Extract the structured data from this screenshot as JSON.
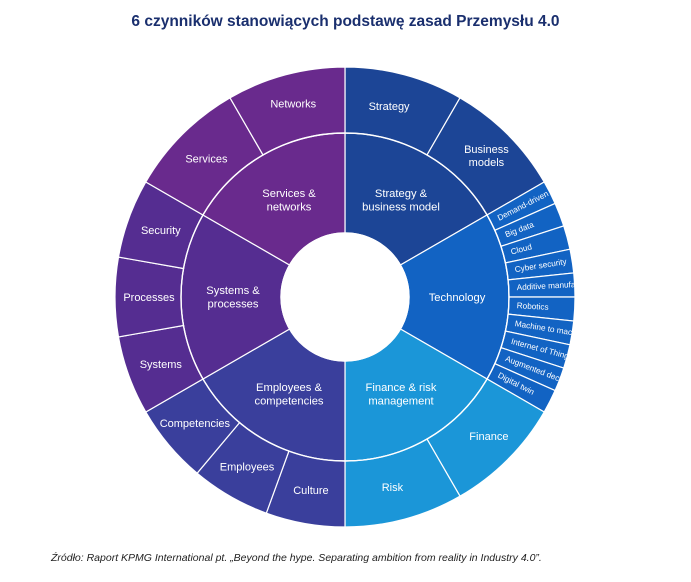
{
  "title": "6 czynników stanowiących podstawę zasad Przemysłu 4.0",
  "source": "Źródło: Raport KPMG International pt. „Beyond the hype. Separating ambition from reality in Industry 4.0”.",
  "colors": {
    "strategy": "#1f4aa0",
    "technology": "#1467c8",
    "finance": "#1a9ddc",
    "employees": "#3e3f9f",
    "systems": "#5a2e93",
    "services": "#6a2a8e",
    "separator": "#ffffff"
  },
  "diagram": {
    "pillars": [
      {
        "id": "strategy",
        "label": [
          "Strategy &",
          "business model"
        ],
        "color": "#1c4596",
        "items": [
          {
            "label": [
              "Strategy"
            ]
          },
          {
            "label": [
              "Business",
              "models"
            ]
          }
        ]
      },
      {
        "id": "technology",
        "label": [
          "Technology"
        ],
        "color": "#1263c3",
        "items": [
          {
            "label": [
              "Demand-driven supply chain"
            ]
          },
          {
            "label": [
              "Big data"
            ]
          },
          {
            "label": [
              "Cloud"
            ]
          },
          {
            "label": [
              "Cyber security"
            ]
          },
          {
            "label": [
              "Additive manufacturing"
            ]
          },
          {
            "label": [
              "Robotics"
            ]
          },
          {
            "label": [
              "Machine to machine comm."
            ]
          },
          {
            "label": [
              "Internet of Things"
            ]
          },
          {
            "label": [
              "Augmented decision support"
            ]
          },
          {
            "label": [
              "Digital twin"
            ]
          }
        ]
      },
      {
        "id": "finance",
        "label": [
          "Finance & risk",
          "management"
        ],
        "color": "#1b96d8",
        "items": [
          {
            "label": [
              "Finance"
            ]
          },
          {
            "label": [
              "Risk"
            ]
          }
        ]
      },
      {
        "id": "employees",
        "label": [
          "Employees &",
          "competencies"
        ],
        "color": "#3a3f9c",
        "items": [
          {
            "label": [
              "Culture"
            ]
          },
          {
            "label": [
              "Employees"
            ]
          },
          {
            "label": [
              "Competencies"
            ]
          }
        ]
      },
      {
        "id": "systems",
        "label": [
          "Systems &",
          "processes"
        ],
        "color": "#552d91",
        "items": [
          {
            "label": [
              "Systems"
            ]
          },
          {
            "label": [
              "Processes"
            ]
          },
          {
            "label": [
              "Security"
            ]
          }
        ]
      },
      {
        "id": "services",
        "label": [
          "Services &",
          "networks"
        ],
        "color": "#692a8d",
        "items": [
          {
            "label": [
              "Services"
            ]
          },
          {
            "label": [
              "Networks"
            ]
          }
        ]
      }
    ]
  }
}
